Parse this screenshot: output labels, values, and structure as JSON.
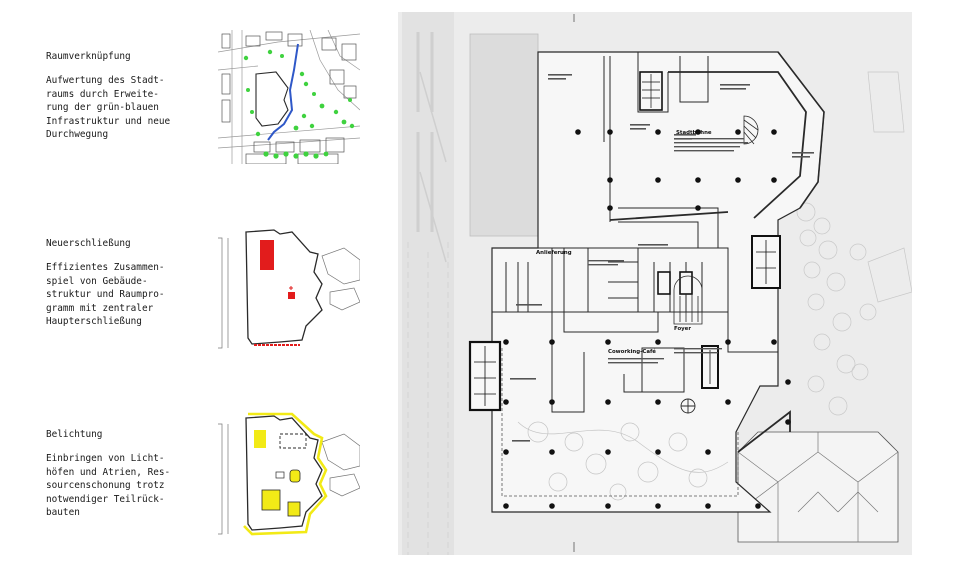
{
  "sections": [
    {
      "heading": "Raumverknüpfung",
      "lines": [
        "Aufwertung des Stadt-",
        "raums durch Erweite-",
        "rung der grün-blauen",
        "Infrastruktur und neue",
        "Durchwegung"
      ]
    },
    {
      "heading": "Neuerschließung",
      "lines": [
        "Effizientes Zusammen-",
        "spiel von Gebäude-",
        "struktur und Raumpro-",
        "gramm mit zentraler",
        "Haupterschließung"
      ]
    },
    {
      "heading": "Belichtung",
      "lines": [
        "Einbringen von Licht-",
        "höfen und Atrien, Res-",
        "sourcenschonung trotz",
        "notwendiger Teilrück-",
        "bauten"
      ]
    }
  ],
  "plan_labels": {
    "stadtbuehne": "Stadtbühne",
    "anlieferung": "Anlieferung",
    "foyer": "Foyer",
    "coworking": "Coworking-Café"
  },
  "colors": {
    "green": "#3fd23f",
    "blue": "#2f58c8",
    "red": "#e21c1c",
    "yellow": "#f2ea16",
    "line": "#2a2a2a",
    "light": "#bdbdbd",
    "ground": "#ececec"
  }
}
